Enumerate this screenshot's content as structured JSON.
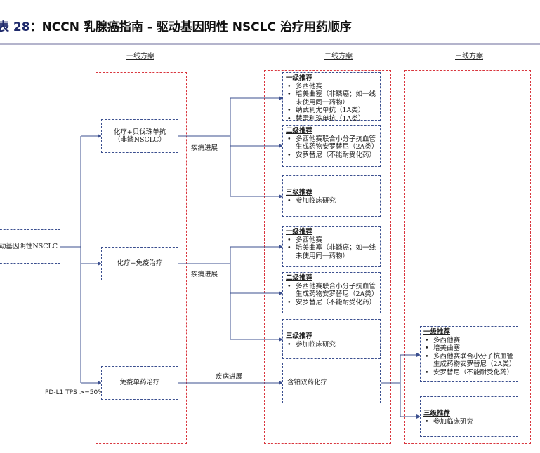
{
  "title": {
    "prefix": "表 28",
    "rest": "：NCCN 乳腺癌指南 - 驱动基因阴性 NSCLC 治疗用药顺序"
  },
  "columns": [
    "一线方案",
    "二线方案",
    "三线方案"
  ],
  "root": "动基因阴性NSCLC",
  "first_line": [
    "化疗+贝伐珠单抗（非鳞NSCLC）",
    "化疗+免疫治疗",
    "免疫单药治疗"
  ],
  "pdl1": "PD-L1 TPS >=50%",
  "progress": "疾病进展",
  "second_line": {
    "a": [
      {
        "h": "一级推荐",
        "items": [
          "多西他赛",
          "培美曲塞（非鳞癌；如一线未使用同一药物）",
          "纳武利尤单抗（1A类）",
          "替雷利珠单抗（1A类）"
        ]
      },
      {
        "h": "二级推荐",
        "items": [
          "多西他赛联合小分子抗血管生成药物安罗替尼（2A类）",
          "安罗替尼（不能耐受化药）"
        ]
      },
      {
        "h": "三级推荐",
        "items": [
          "参加临床研究"
        ]
      }
    ],
    "b": [
      {
        "h": "一级推荐",
        "items": [
          "多西他赛",
          "培美曲塞（非鳞癌；如一线未使用同一药物）"
        ]
      },
      {
        "h": "二级推荐",
        "items": [
          "多西他赛联合小分子抗血管生成药物安罗替尼（2A类）",
          "安罗替尼（不能耐受化药）"
        ]
      },
      {
        "h": "三级推荐",
        "items": [
          "参加临床研究"
        ]
      }
    ],
    "c": "含铂双药化疗"
  },
  "third_line": [
    {
      "h": "一级推荐",
      "items": [
        "多西他赛",
        "培美曲塞",
        "多西他赛联合小分子抗血管生成药物安罗替尼（2A类）",
        "安罗替尼（不能耐受化药）"
      ]
    },
    {
      "h": "三级推荐",
      "items": [
        "参加临床研究"
      ]
    }
  ],
  "colors": {
    "connector": "#3b4f8f",
    "group_border": "#d9363e",
    "title_number": "#1f2a6b"
  }
}
